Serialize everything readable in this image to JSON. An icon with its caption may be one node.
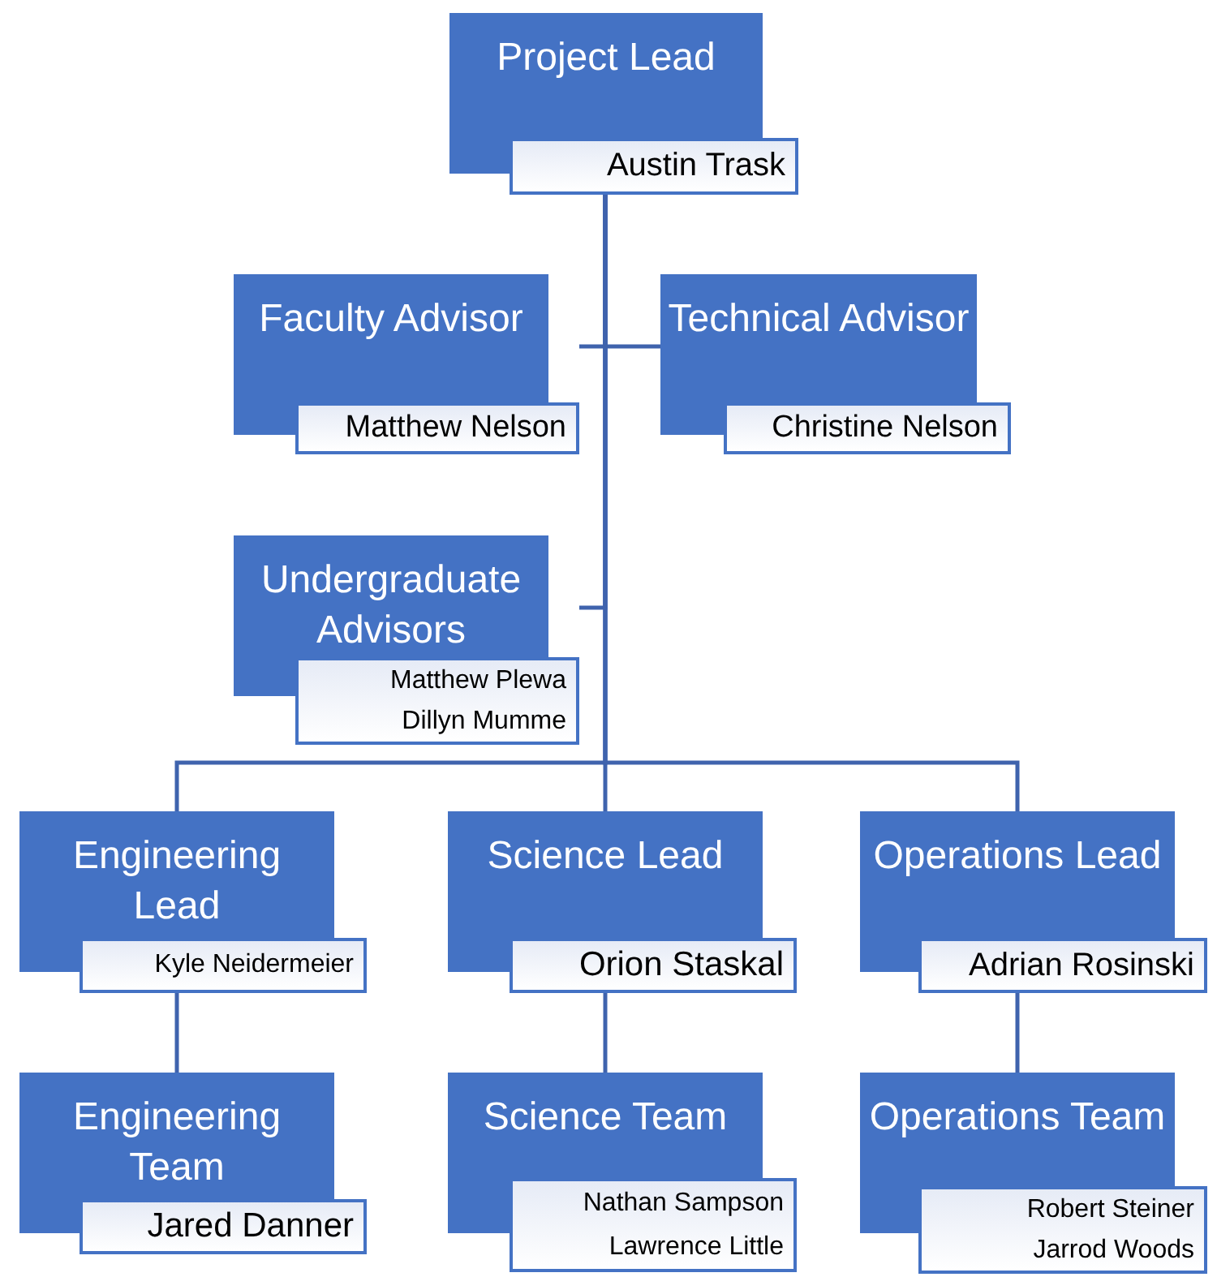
{
  "diagram": {
    "nodes": [
      {
        "text": [
          "Project Lead",
          "Austin Trask"
        ]
      },
      {
        "text": [
          "Faculty Advisor",
          "Matthew Nelson"
        ]
      },
      {
        "text": [
          "Technical Advisor",
          "Christine Nelson"
        ]
      },
      {
        "text": [
          "Undergraduate Advisors",
          "Matthew Plewa",
          "Dillyn Mumme"
        ]
      },
      {
        "text": [
          "Engineering Lead",
          "Kyle Neidermeier"
        ]
      },
      {
        "text": [
          "Science Lead",
          "Orion Staskal"
        ]
      },
      {
        "text": [
          "Operations Lead",
          "Adrian Rosinski"
        ]
      },
      {
        "text": [
          "Engineering Team",
          "Jared Danner"
        ]
      },
      {
        "text": [
          "Science Team",
          "Nathan Sampson",
          "Lawrence Little"
        ]
      },
      {
        "text": [
          "Operations Team",
          "Robert Steiner",
          "Jarrod Woods"
        ]
      }
    ],
    "edges": [
      {
        "from": 0,
        "to": 1,
        "arrow": "none"
      },
      {
        "from": 0,
        "to": 2,
        "arrow": "none"
      },
      {
        "from": 0,
        "to": 3,
        "arrow": "none"
      },
      {
        "from": 0,
        "to": 4,
        "arrow": "none"
      },
      {
        "from": 0,
        "to": 5,
        "arrow": "none"
      },
      {
        "from": 0,
        "to": 6,
        "arrow": "none"
      },
      {
        "from": 4,
        "to": 7,
        "arrow": "none"
      },
      {
        "from": 5,
        "to": 8,
        "arrow": "none"
      },
      {
        "from": 6,
        "to": 9,
        "arrow": "none"
      }
    ]
  }
}
